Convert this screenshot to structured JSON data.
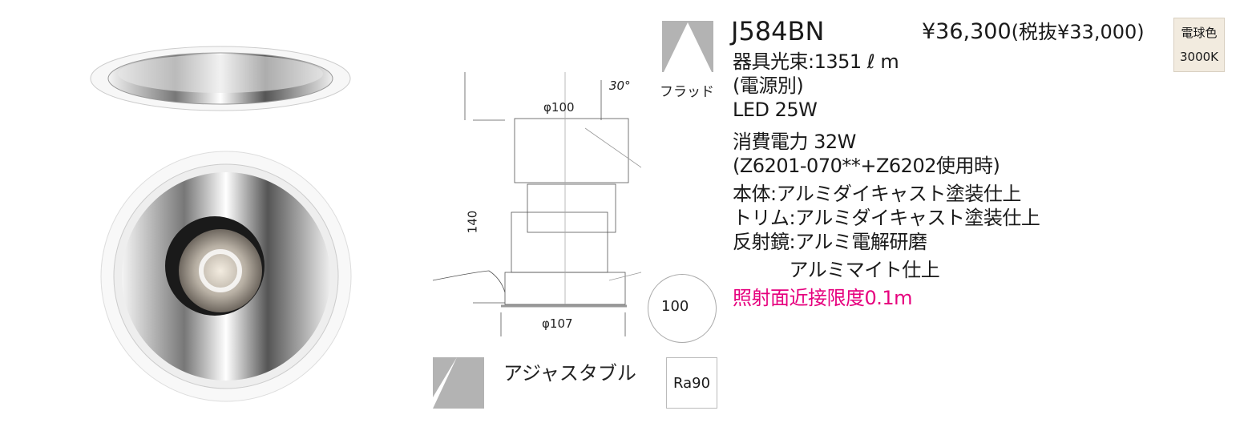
{
  "product": {
    "model": "J584BN",
    "price": "¥36,300",
    "price_ex_tax": "(税抜¥33,000)",
    "color_badge": {
      "line1": "電球色",
      "line2": "3000K"
    },
    "specs": [
      "器具光束:1351 ℓ m",
      "(電源別)",
      "LED 25W",
      "消費電力 32W",
      "(Z6201-070**+Z6202使用時)",
      "本体:アルミダイキャスト塗装仕上",
      "トリム:アルミダイキャスト塗装仕上",
      "反射鏡:アルミ電解研磨",
      "　　　アルミマイト仕上"
    ],
    "note": "照射面近接限度0.1m",
    "note_color": "#e6007e"
  },
  "diagram": {
    "beam_label": "フラッド",
    "angle": "30°",
    "top_width": "φ100",
    "height": "140",
    "bottom_width": "φ107",
    "cutout": "100",
    "type_label": "アジャスタブル",
    "ra": "Ra90"
  }
}
